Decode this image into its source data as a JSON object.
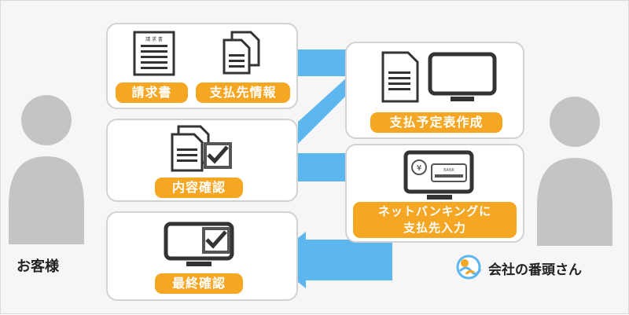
{
  "colors": {
    "accent": "#f5a623",
    "arrow": "#5db7ee",
    "icon": "#333333",
    "person": "#c4c4c4",
    "card_border": "#d2d2d2"
  },
  "customer": {
    "name": "お客様"
  },
  "steps": {
    "invoice": {
      "label": "請求書",
      "doc_heading": "請 求 書",
      "icon": "invoice-document-icon"
    },
    "payment_info": {
      "label": "支払先情報",
      "icon": "stacked-documents-icon"
    },
    "review": {
      "label": "内容確認",
      "icon": "document-check-icon"
    },
    "final": {
      "label": "最終確認",
      "icon": "monitor-check-icon"
    },
    "schedule": {
      "label": "支払予定表作成",
      "icon": "document-monitor-icon"
    },
    "banking": {
      "label_line1": "ネットバンキングに",
      "label_line2": "支払先入力",
      "icon": "monitor-bank-icon",
      "card_text": "BANK",
      "yen": "¥"
    }
  },
  "brand": {
    "name": "会社の番頭さん",
    "logo": "banto-logo-icon"
  }
}
